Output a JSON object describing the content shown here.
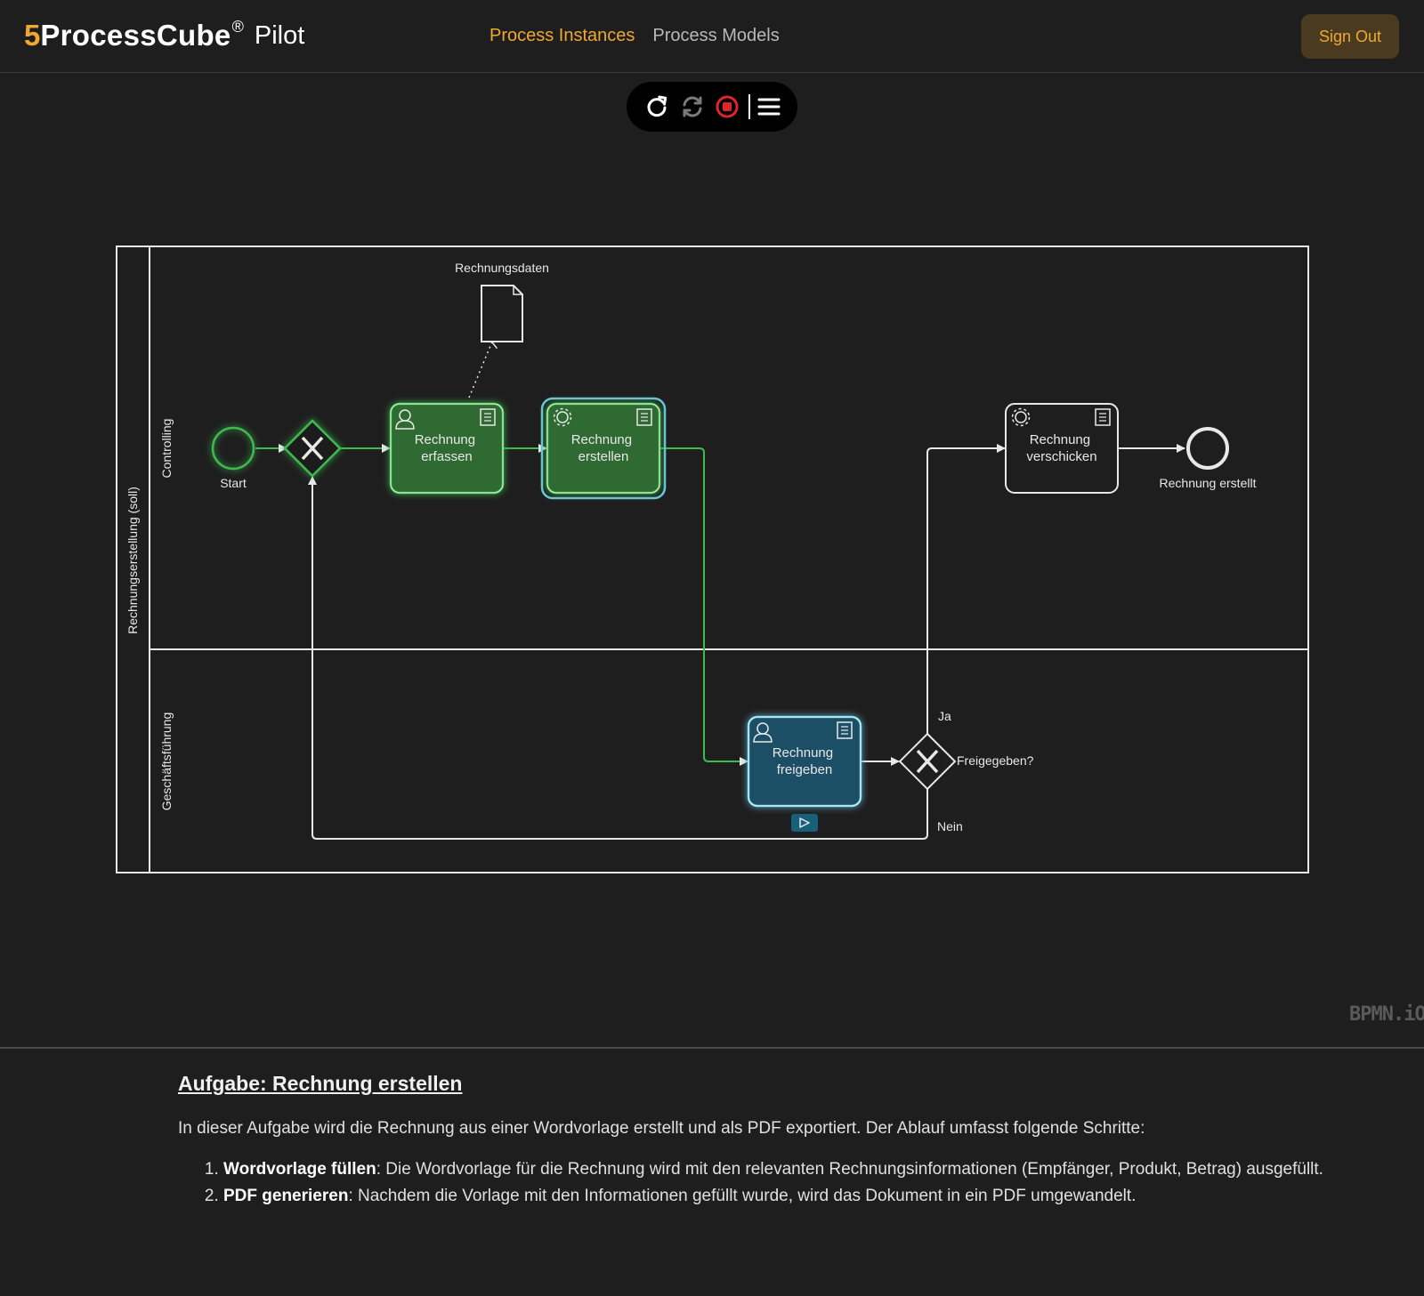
{
  "header": {
    "brand_prefix": "5",
    "brand_name": "ProcessCube",
    "brand_reg": "®",
    "brand_suffix": "Pilot",
    "nav": [
      {
        "label": "Process Instances",
        "active": true
      },
      {
        "label": "Process Models",
        "active": false
      }
    ],
    "sign_out_label": "Sign Out"
  },
  "toolbar": {
    "icons": [
      "refresh-icon",
      "retry-icon",
      "stop-icon",
      "menu-icon"
    ]
  },
  "diagram": {
    "pool_label": "Rechnungserstellung (soll)",
    "lanes": [
      "Controlling",
      "Geschäftsführung"
    ],
    "data_object_label": "Rechnungsdaten",
    "start_label": "Start",
    "end_label": "Rechnung erstellt",
    "tasks": {
      "erfassen": "Rechnung erfassen",
      "erstellen": "Rechnung erstellen",
      "verschicken": "Rechnung verschicken",
      "freigeben": "Rechnung freigeben"
    },
    "gateway_label": "Freigegeben?",
    "yes_label": "Ja",
    "no_label": "Nein",
    "colors": {
      "completed": "#3dbb4f",
      "active": "#6cc7e0",
      "default": "#e8e8e8"
    },
    "watermark": "BPMN.iO"
  },
  "task": {
    "title": "Aufgabe: Rechnung erstellen",
    "intro": "In dieser Aufgabe wird die Rechnung aus einer Wordvorlage erstellt und als PDF exportiert. Der Ablauf umfasst folgende Schritte:",
    "steps": [
      {
        "bold": "Wordvorlage füllen",
        "text": ": Die Wordvorlage für die Rechnung wird mit den relevanten Rechnungsinformationen (Empfänger, Produkt, Betrag) ausgefüllt."
      },
      {
        "bold": "PDF generieren",
        "text": ": Nachdem die Vorlage mit den Informationen gefüllt wurde, wird das Dokument in ein PDF umgewandelt."
      }
    ]
  }
}
